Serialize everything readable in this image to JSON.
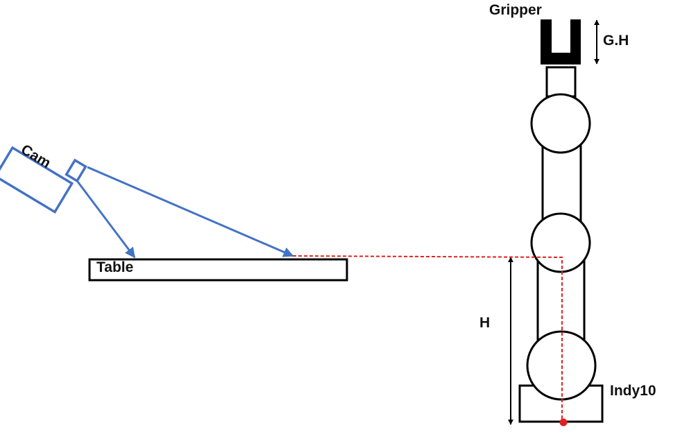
{
  "labels": {
    "gripper": "Gripper",
    "gripper_height": "G.H",
    "camera": "Cam",
    "table": "Table",
    "height": "H",
    "robot": "Indy10"
  },
  "colors": {
    "outline": "#000000",
    "camera": "#4472C4",
    "reference_line": "#E02020",
    "origin_point": "#E02020"
  }
}
